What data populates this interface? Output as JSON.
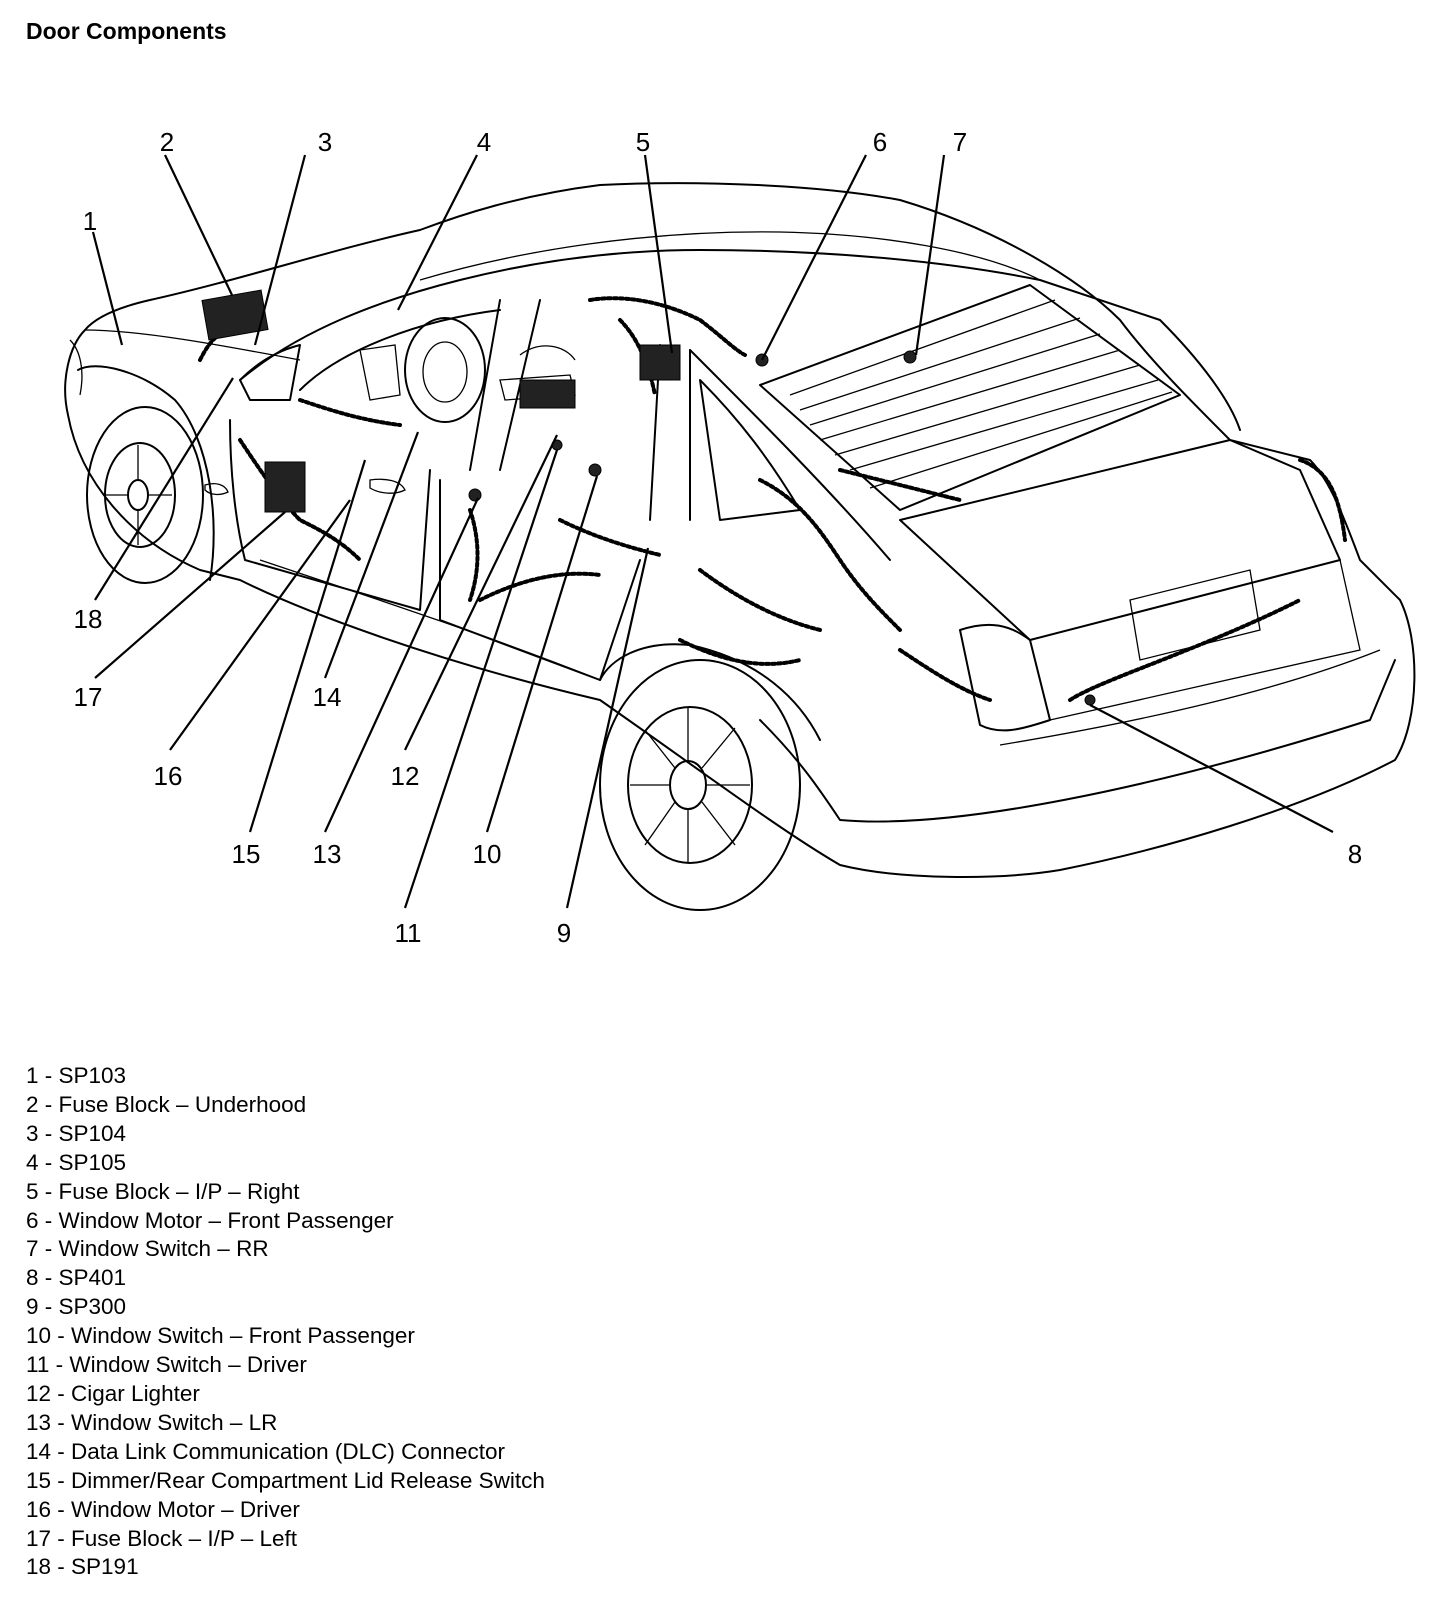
{
  "title": "Door Components",
  "callouts": [
    {
      "num": "1",
      "label": "SP103"
    },
    {
      "num": "2",
      "label": "Fuse Block – Underhood"
    },
    {
      "num": "3",
      "label": "SP104"
    },
    {
      "num": "4",
      "label": "SP105"
    },
    {
      "num": "5",
      "label": "Fuse Block – I/P – Right"
    },
    {
      "num": "6",
      "label": "Window Motor – Front Passenger"
    },
    {
      "num": "7",
      "label": "Window Switch – RR"
    },
    {
      "num": "8",
      "label": "SP401"
    },
    {
      "num": "9",
      "label": "SP300"
    },
    {
      "num": "10",
      "label": "Window Switch – Front Passenger"
    },
    {
      "num": "11",
      "label": "Window Switch – Driver"
    },
    {
      "num": "12",
      "label": "Cigar Lighter"
    },
    {
      "num": "13",
      "label": "Window Switch – LR"
    },
    {
      "num": "14",
      "label": "Data Link Communication (DLC) Connector"
    },
    {
      "num": "15",
      "label": "Dimmer/Rear Compartment Lid Release Switch"
    },
    {
      "num": "16",
      "label": "Window Motor – Driver"
    },
    {
      "num": "17",
      "label": "Fuse Block – I/P – Left"
    },
    {
      "num": "18",
      "label": "SP191"
    }
  ]
}
